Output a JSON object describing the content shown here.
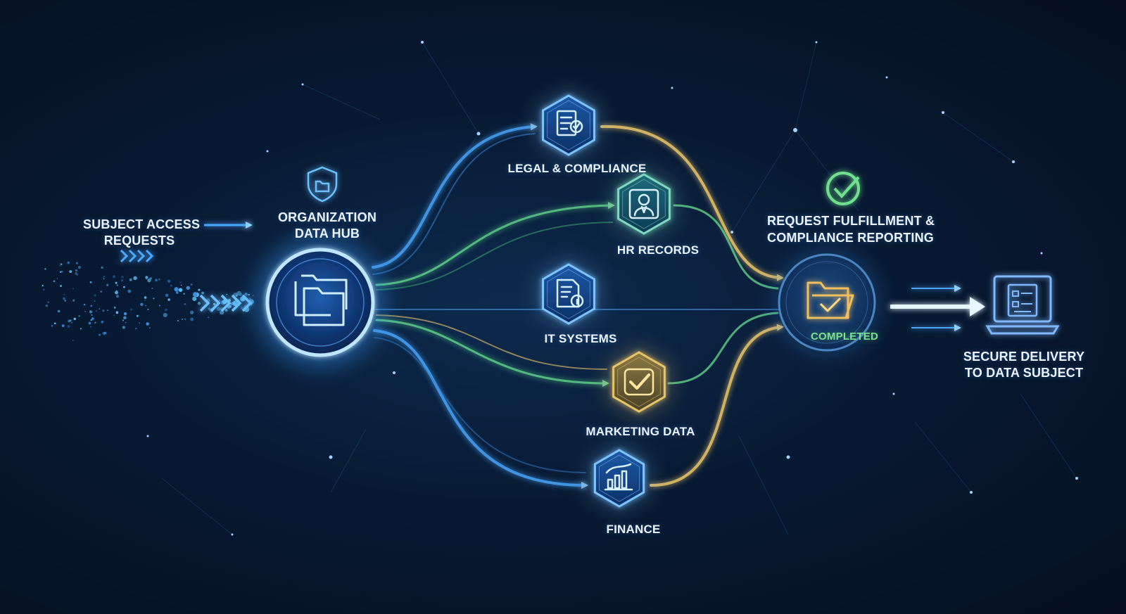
{
  "source": {
    "line1": "SUBJECT ACCESS",
    "line2": "REQUESTS"
  },
  "hub": {
    "line1": "ORGANIZATION",
    "line2": "DATA HUB",
    "icon": "folders-icon",
    "badge_icon": "shield-folder-icon"
  },
  "departments": [
    {
      "label": "LEGAL & COMPLIANCE",
      "icon": "document-certificate-icon"
    },
    {
      "label": "HR RECORDS",
      "icon": "person-icon"
    },
    {
      "label": "IT SYSTEMS",
      "icon": "document-info-icon"
    },
    {
      "label": "MARKETING DATA",
      "icon": "checkmark-icon"
    },
    {
      "label": "FINANCE",
      "icon": "bar-chart-icon"
    }
  ],
  "fulfillment": {
    "line1": "REQUEST FULFILLMENT &",
    "line2": "COMPLIANCE REPORTING",
    "status": "COMPLETED",
    "icon": "check-circle-icon",
    "folder_icon": "folder-check-icon"
  },
  "delivery": {
    "line1": "SECURE DELIVERY",
    "line2": "TO DATA SUBJECT",
    "icon": "laptop-icon"
  },
  "colors": {
    "blue": "#4aa8ff",
    "green": "#5fd38a",
    "gold": "#e7c36a",
    "glow": "#8fd0ff"
  }
}
